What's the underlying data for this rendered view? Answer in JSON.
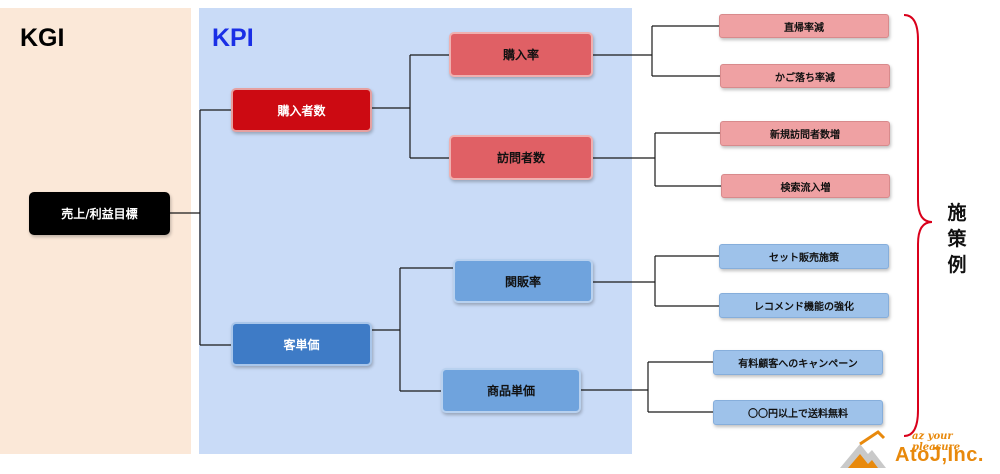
{
  "panels": {
    "kgi": {
      "title": "KGI"
    },
    "kpi": {
      "title": "KPI"
    }
  },
  "tree": {
    "root": {
      "label": "売上/利益目標"
    },
    "buyers": {
      "label": "購入者数"
    },
    "purchase_rate": {
      "label": "購入率"
    },
    "visitors": {
      "label": "訪問者数"
    },
    "bounce_reduction": {
      "label": "直帰率減"
    },
    "cart_abandon_reduction": {
      "label": "かご落ち率減"
    },
    "new_visitors_increase": {
      "label": "新規訪問者数増"
    },
    "search_inflow_increase": {
      "label": "検索流入増"
    },
    "unit_price": {
      "label": "客単価"
    },
    "related_rate": {
      "label": "関販率"
    },
    "item_price": {
      "label": "商品単価"
    },
    "set_sale": {
      "label": "セット販売施策"
    },
    "recommend": {
      "label": "レコメンド機能の強化"
    },
    "paid_campaign": {
      "label": "有料顧客へのキャンペーン"
    },
    "free_shipping": {
      "label": "〇〇円以上で送料無料"
    }
  },
  "measures_label": "施策例",
  "logo": {
    "tagline": "az your pleasure",
    "name": "AtoJ,Inc."
  },
  "colors": {
    "kgi_bg": "#fbe8d8",
    "kpi_bg": "#c9dbf7",
    "kpi_title": "#1a2fe6",
    "red_dark": "#cc0a12",
    "red_mid": "#e06065",
    "red_light": "#efa1a3",
    "blue_dark": "#3e7bc6",
    "blue_mid": "#6fa3dd",
    "blue_light": "#9ec2ea",
    "brace": "#d9001b",
    "logo": "#e8890c"
  }
}
